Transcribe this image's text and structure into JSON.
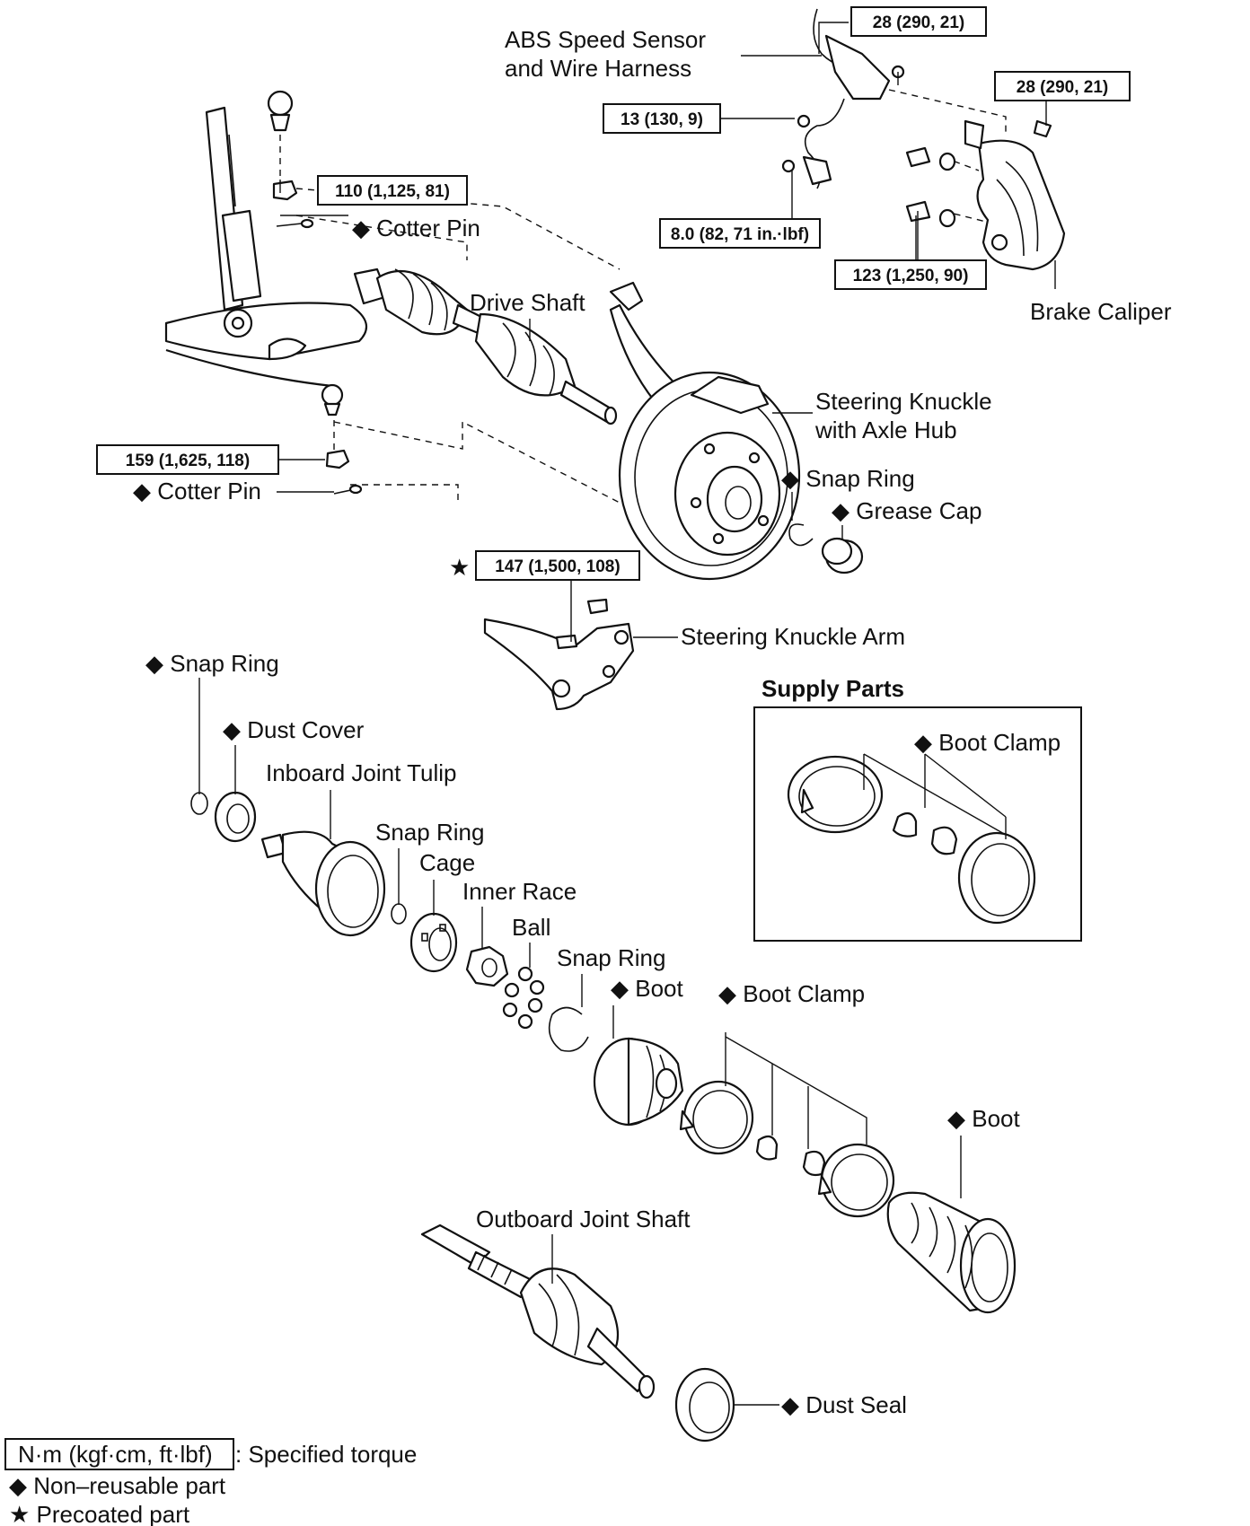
{
  "torque": {
    "sensor_bracket_upper": "28 (290, 21)",
    "caliper_upper": "28 (290, 21)",
    "sensor_bolt": "13 (130, 9)",
    "sensor_lower": "8.0 (82, 71 in.·lbf)",
    "caliper_mount": "123 (1,250, 90)",
    "upper_ball_nut": "110 (1,125, 81)",
    "lower_ball_nut": "159 (1,625, 118)",
    "knuckle_arm_bolt": "147 (1,500, 108)"
  },
  "labels": {
    "abs_sensor_1": "ABS Speed Sensor",
    "abs_sensor_2": "and Wire Harness",
    "cotter_pin_upper": "Cotter Pin",
    "cotter_pin_lower": "Cotter Pin",
    "drive_shaft": "Drive Shaft",
    "brake_caliper": "Brake Caliper",
    "knuckle_1": "Steering Knuckle",
    "knuckle_2": "with Axle Hub",
    "snap_ring_hub": "Snap Ring",
    "grease_cap": "Grease Cap",
    "knuckle_arm": "Steering Knuckle Arm",
    "snap_ring_end": "Snap Ring",
    "dust_cover": "Dust Cover",
    "inboard_tulip": "Inboard Joint Tulip",
    "snap_ring_tulip": "Snap Ring",
    "cage": "Cage",
    "inner_race": "Inner Race",
    "ball": "Ball",
    "snap_ring_race": "Snap Ring",
    "boot_inner": "Boot",
    "boot_clamp": "Boot Clamp",
    "boot_outer": "Boot",
    "outboard_shaft": "Outboard Joint Shaft",
    "dust_seal": "Dust Seal",
    "supply_parts": "Supply Parts",
    "supply_boot_clamp": "Boot Clamp"
  },
  "symbols": {
    "non_reusable": "◆",
    "precoated": "★"
  },
  "legend": {
    "torque_box": "N·m (kgf·cm, ft·lbf)",
    "torque_text": ": Specified torque",
    "non_reusable_text": "Non–reusable part",
    "precoated_text": "Precoated part"
  }
}
